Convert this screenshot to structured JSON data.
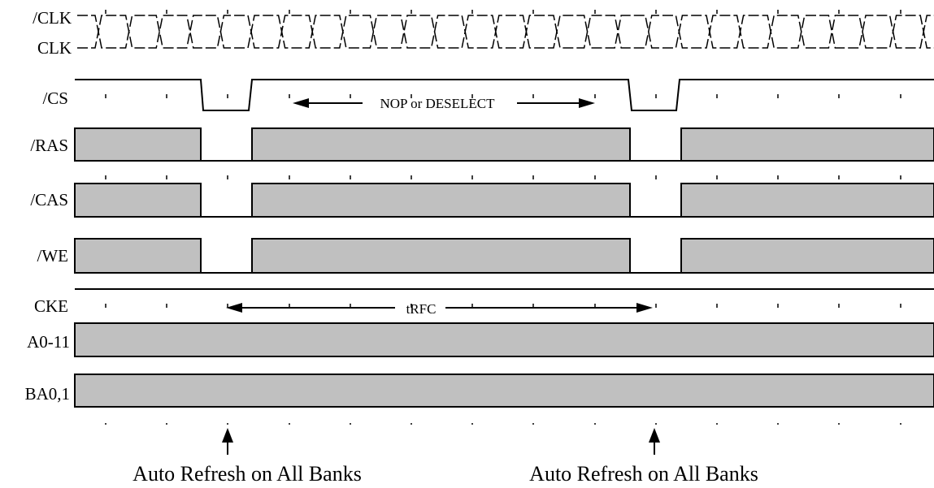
{
  "signals": {
    "clk_bar": "/CLK",
    "clk": "CLK",
    "cs": "/CS",
    "ras": "/RAS",
    "cas": "/CAS",
    "we": "/WE",
    "cke": "CKE",
    "addr": "A0-11",
    "bank": "BA0,1"
  },
  "annotations": {
    "nop": "NOP or DESELECT",
    "trfc": "tRFC"
  },
  "captions": {
    "left": "Auto Refresh on All Banks",
    "right": "Auto Refresh on All Banks"
  },
  "colors": {
    "fill": "#c0c0c0",
    "line": "#000000"
  }
}
